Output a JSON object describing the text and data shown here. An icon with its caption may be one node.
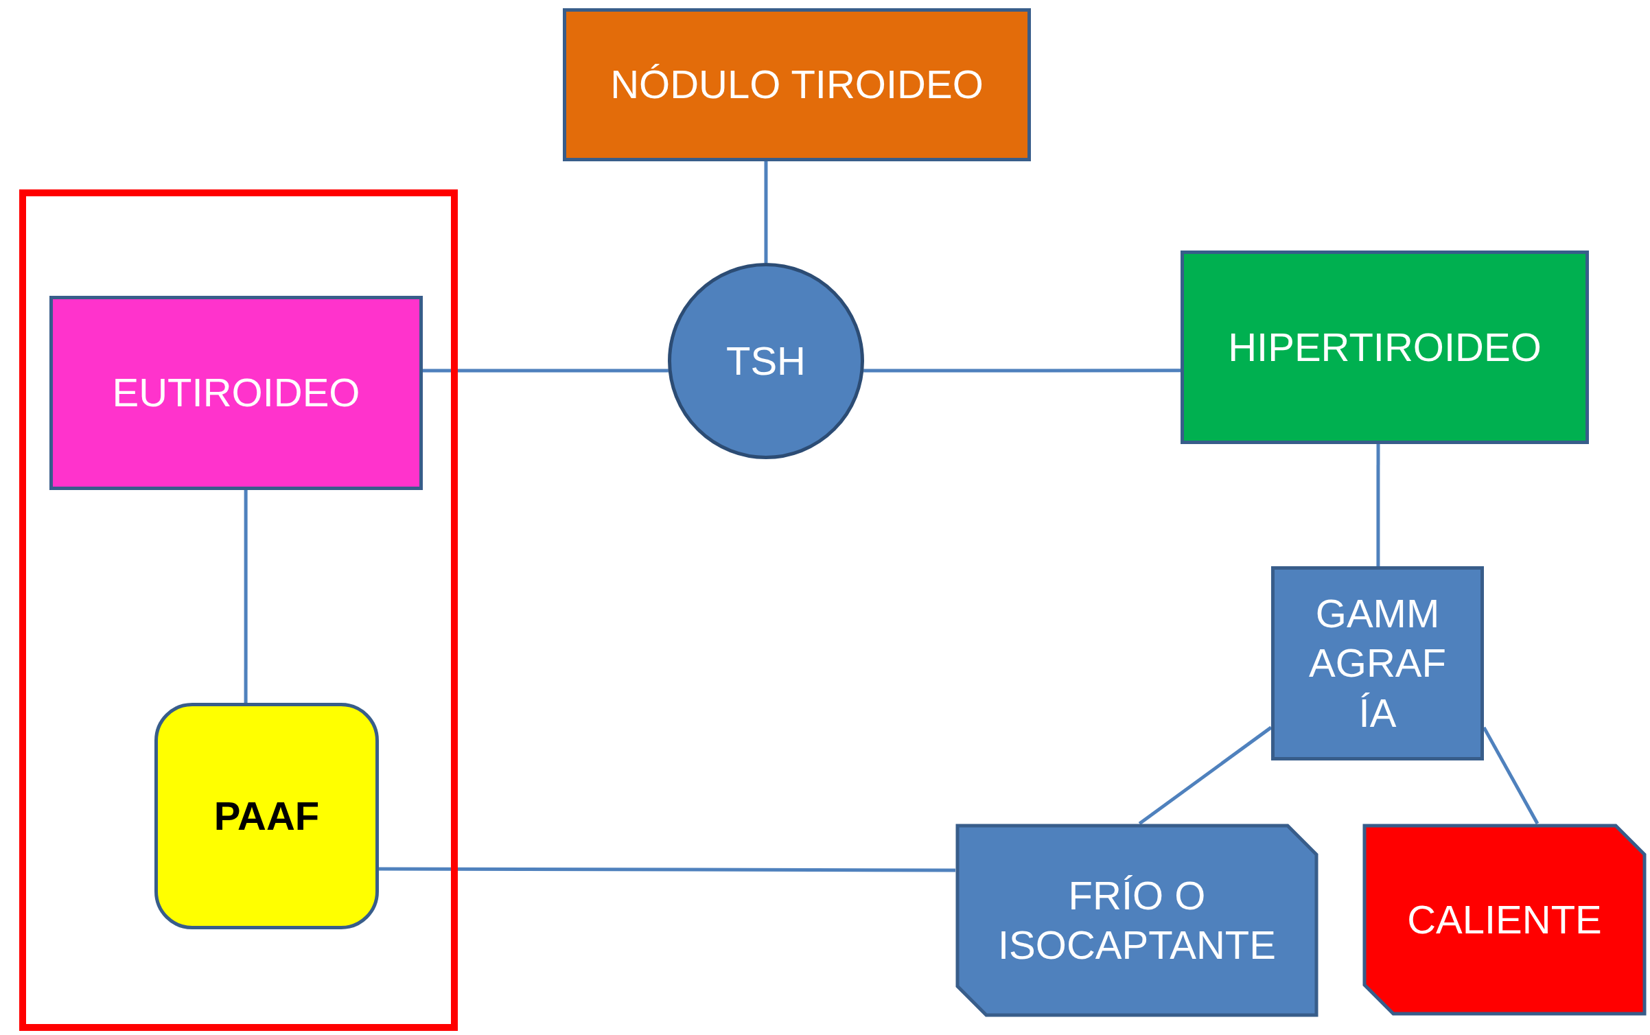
{
  "diagram": {
    "nodes": [
      {
        "text": [
          "NÓDULO TIROIDEO"
        ]
      },
      {
        "text": [
          "TSH"
        ]
      },
      {
        "text": [],
        "shape": "box"
      },
      {
        "text": [
          "EUTIROIDEO"
        ],
        "in": 2
      },
      {
        "text": [
          "PAAF"
        ],
        "in": 2
      },
      {
        "text": [
          "HIPERTIROIDEO"
        ]
      },
      {
        "text": [
          "GAMMAGRAFÍA"
        ]
      },
      {
        "text": [
          "FRÍO O ISOCAPTANTE"
        ]
      },
      {
        "text": [
          "CALIENTE"
        ]
      }
    ],
    "edges": [
      {
        "from": 0,
        "to": 1,
        "arrow": "none"
      },
      {
        "from": 1,
        "to": 3,
        "arrow": "none"
      },
      {
        "from": 1,
        "to": 5,
        "arrow": "none"
      },
      {
        "from": 3,
        "to": 4,
        "arrow": "none"
      },
      {
        "from": 5,
        "to": 6,
        "arrow": "none"
      },
      {
        "from": 6,
        "to": 7,
        "arrow": "none"
      },
      {
        "from": 6,
        "to": 8,
        "arrow": "none"
      },
      {
        "from": 4,
        "to": 7,
        "arrow": "none"
      }
    ]
  }
}
